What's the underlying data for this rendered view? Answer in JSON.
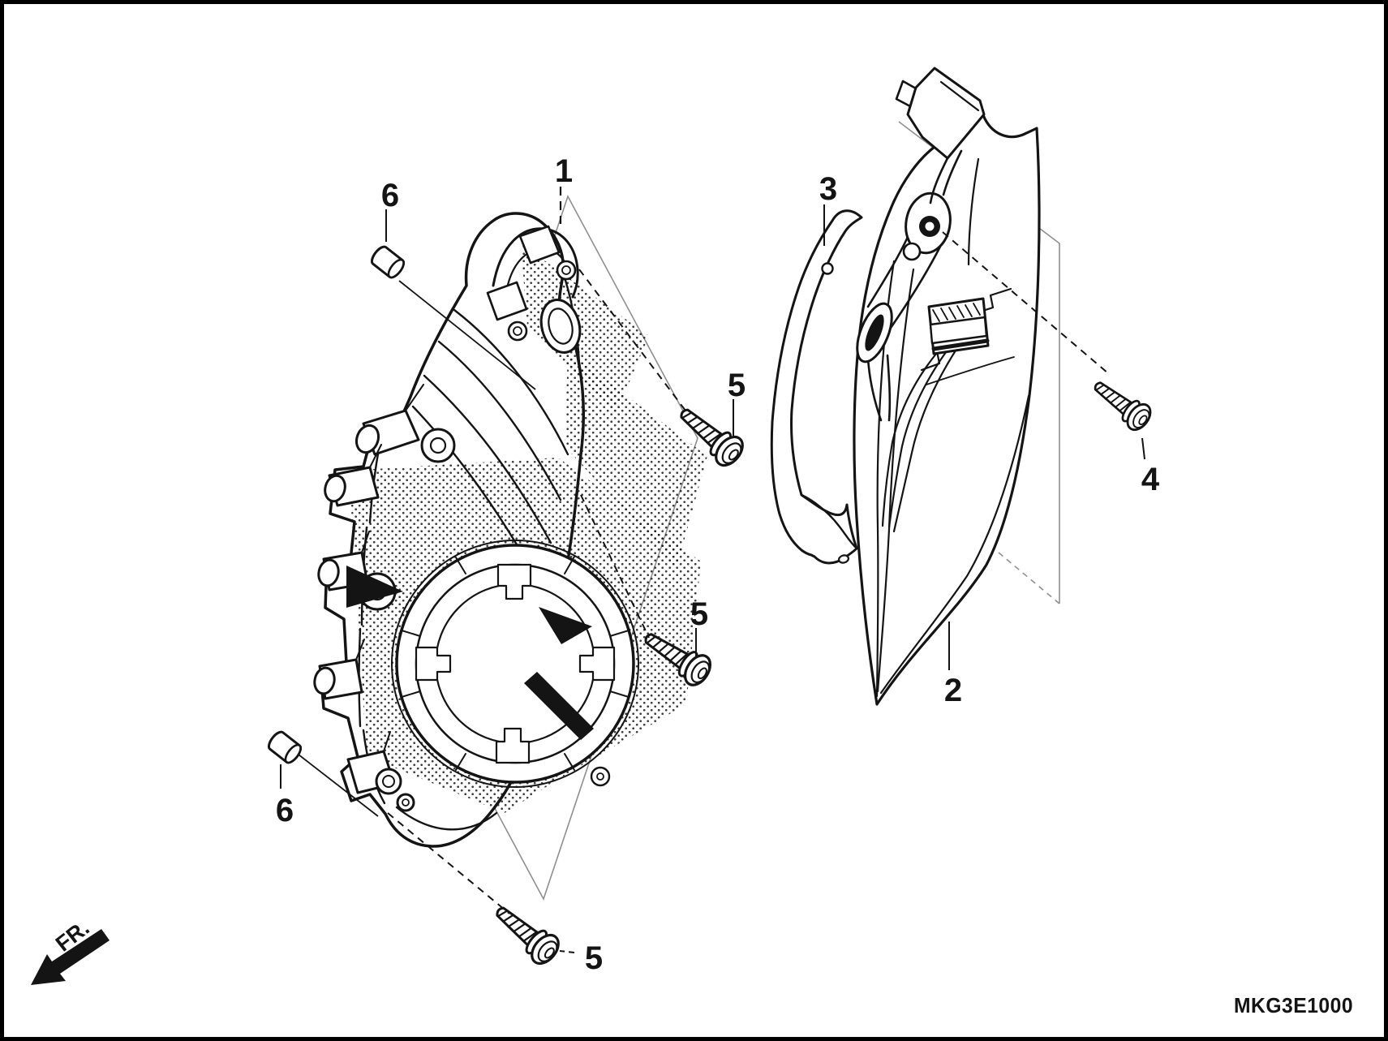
{
  "figure": {
    "diagram_code": "MKG3E1000",
    "fr_label": "FR."
  },
  "callouts": {
    "c1": "1",
    "c2": "2",
    "c3": "3",
    "c4": "4",
    "c5a": "5",
    "c5b": "5",
    "c5c": "5",
    "c6a": "6",
    "c6b": "6"
  },
  "icons": {
    "front_direction_arrow": "solid arrow pointing down-left"
  },
  "colors": {
    "ink": "#141414",
    "construction": "#8f8f8f",
    "paper": "#ffffff",
    "frame": "#000000"
  }
}
